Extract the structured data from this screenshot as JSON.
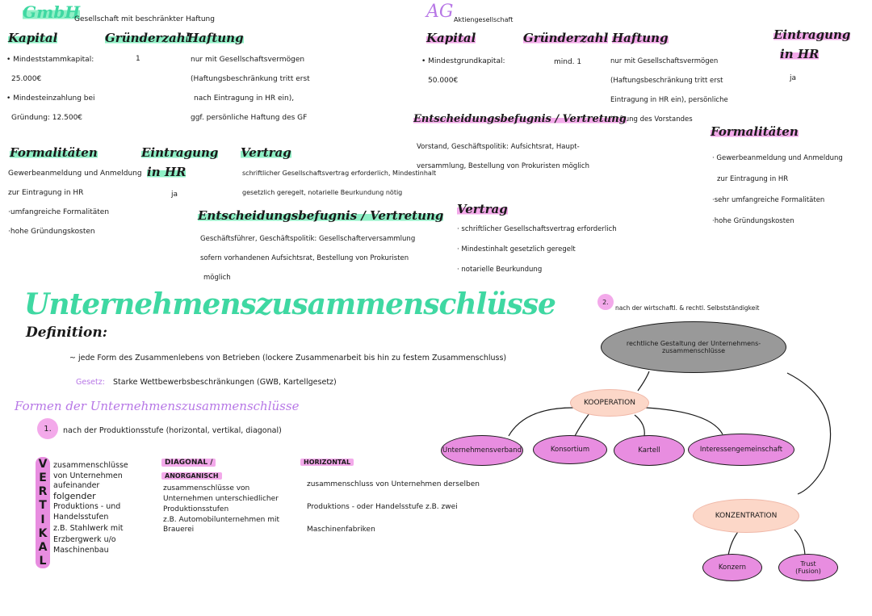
{
  "gmbh": {
    "title": "GmbH",
    "subtitle": "Gesellschaft mit beschränkter Haftung",
    "kapital_h": "Kapital",
    "kapital_lines": [
      "• Mindeststammkapital:",
      "25.000€",
      "• Mindesteinzahlung bei",
      "Gründung: 12.500€"
    ],
    "gruenderzahl_h": "Gründerzahl",
    "gruenderzahl_v": "1",
    "haftung_h": "Haftung",
    "haftung_lines": [
      "nur mit Gesellschaftsvermögen",
      "(Haftungsbeschränkung tritt erst",
      "nach Eintragung in HR ein),",
      "ggf. persönliche Haftung des GF"
    ],
    "formal_h": "Formalitäten",
    "formal_lines": [
      "Gewerbeanmeldung und Anmeldung",
      "zur Eintragung in HR",
      "·umfangreiche Formalitäten",
      "·hohe Gründungskosten"
    ],
    "eintragung_h1": "Eintragung",
    "eintragung_h2": "in HR",
    "eintragung_v": "ja",
    "vertrag_h": "Vertrag",
    "vertrag_lines": [
      "schriftlicher Gesellschaftsvertrag erforderlich, Mindestinhalt",
      "gesetzlich geregelt, notarielle Beurkundung nötig"
    ],
    "entscheid_h": "Entscheidungsbefugnis / Vertretung",
    "entscheid_lines": [
      "Geschäftsführer, Geschäftspolitik: Gesellschafterversammlung",
      "sofern vorhandenen Aufsichtsrat, Bestellung von Prokuristen",
      "möglich"
    ]
  },
  "ag": {
    "title": "AG",
    "subtitle": "Aktiengesellschaft",
    "kapital_h": "Kapital",
    "kapital_lines": [
      "• Mindestgrundkapital:",
      "50.000€"
    ],
    "gruenderzahl_h": "Gründerzahl",
    "gruenderzahl_v": "mind. 1",
    "haftung_h": "Haftung",
    "haftung_lines": [
      "nur mit Gesellschaftsvermögen",
      "(Haftungsbeschränkung tritt erst",
      "Eintragung in HR ein), persönliche",
      "Haftung des Vorstandes"
    ],
    "eintragung_h1": "Eintragung",
    "eintragung_h2": "in HR",
    "eintragung_v": "ja",
    "entscheid_h": "Entscheidungsbefugnis / Vertretung",
    "entscheid_lines": [
      "Vorstand, Geschäftspolitik: Aufsichtsrat, Haupt-",
      "versammlung, Bestellung von Prokuristen möglich"
    ],
    "formal_h": "Formalitäten",
    "formal_lines": [
      "· Gewerbeanmeldung und Anmeldung",
      "zur Eintragung in HR",
      "·sehr umfangreiche Formalitäten",
      "·hohe Gründungskosten"
    ],
    "vertrag_h": "Vertrag",
    "vertrag_lines": [
      "· schriftlicher Gesellschaftsvertrag erforderlich",
      "· Mindestinhalt gesetzlich geregelt",
      "· notarielle Beurkundung"
    ]
  },
  "uz": {
    "title": "Unternehmenszusammenschlüsse",
    "definition_h": "Definition:",
    "definition_text": "~ jede Form des Zusammenlebens von Betrieben (lockere Zusammenarbeit bis hin zu festem Zusammenschluss)",
    "gesetz_label": "Gesetz:",
    "gesetz_text": "Starke  Wettbewerbsbeschränkungen (GWB, Kartellgesetz)",
    "formen_h": "Formen der Unternehmenszusammenschlüsse",
    "num1": "1.",
    "stufe_text": "nach der Produktionsstufe  (horizontal, vertikal, diagonal)",
    "vertikal_letters": [
      "V",
      "E",
      "R",
      "T",
      "I",
      "K",
      "A",
      "L"
    ],
    "vertikal_lines": [
      "zusammenschlüsse",
      "von Unternehmen",
      "aufeinander",
      "folgender",
      "Produktions - und",
      "Handelsstufen",
      "z.B. Stahlwerk mit",
      "Erzbergwerk u/o",
      "Maschinenbau"
    ],
    "diagonal_h1": "DIAGONAL /",
    "diagonal_h2": "ANORGANISCH",
    "diagonal_lines": [
      "zusammenschlüsse von",
      "Unternehmen unterschiedlicher",
      "Produktionsstufen",
      "z.B. Automobilunternehmen mit",
      "Brauerei"
    ],
    "horizontal_h": "HORIZONTAL",
    "horizontal_lines": [
      "zusammenschluss von Unternehmen derselben",
      "Produktions - oder Handelsstufe z.B. zwei",
      "Maschinenfabriken"
    ]
  },
  "diagram": {
    "num2": "2.",
    "num2_text": "nach der wirtschaftl. & rechtl. Selbstständigkeit",
    "root": "rechtliche Gestaltung der Unternehmens-zusammenschlüsse",
    "kooperation": "KOOPERATION",
    "koop_children": [
      "Unternehmensverband",
      "Konsortium",
      "Kartell",
      "Interessengemeinschaft"
    ],
    "konzentration": "KONZENTRATION",
    "konz_children": [
      "Konzern",
      "Trust (Fusion)"
    ]
  }
}
